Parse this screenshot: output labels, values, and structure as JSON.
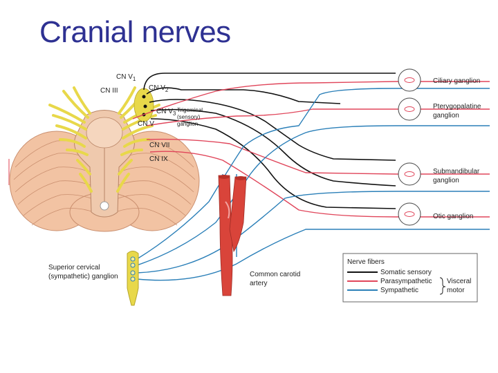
{
  "slide": {
    "title": "Cranial nerves"
  },
  "diagram": {
    "nerve_labels": {
      "cn_v1": "CN V",
      "cn_v1_sub": "1",
      "cn_iii": "CN III",
      "cn_v2": "CN V",
      "cn_v2_sub": "2",
      "cn_v3": "CN V",
      "cn_v3_sub": "3",
      "cn_v": "CN V",
      "cn_vii": "CN VII",
      "cn_ix": "CN IX"
    },
    "trigeminal_label": [
      "Trigeminal",
      "(sensory)",
      "ganglion"
    ],
    "ganglia": [
      {
        "name_lines": [
          "Ciliary ganglion"
        ]
      },
      {
        "name_lines": [
          "Pterygopalatine",
          "ganglion"
        ]
      },
      {
        "name_lines": [
          "Submandibular",
          "ganglion"
        ]
      },
      {
        "name_lines": [
          "Otic ganglion"
        ]
      }
    ],
    "superior_cervical": [
      "Superior cervical",
      "(sympathetic) ganglion"
    ],
    "carotid": [
      "Common carotid",
      "artery"
    ],
    "legend": {
      "title": "Nerve fibers",
      "items": [
        {
          "label": "Somatic sensory",
          "color": "#111111"
        },
        {
          "label": "Parasympathetic",
          "color": "#e0455a"
        },
        {
          "label": "Sympathetic",
          "color": "#2a7fb8"
        }
      ],
      "bracket_label": [
        "Visceral",
        "motor"
      ]
    },
    "colors": {
      "somatic": "#111111",
      "parasympathetic": "#e0455a",
      "sympathetic": "#2a7fb8",
      "nerve_yellow": "#e8d84a",
      "brainstem": "#efc9ad",
      "cerebellum": "#f2c3a3",
      "artery": "#d9443a"
    }
  }
}
